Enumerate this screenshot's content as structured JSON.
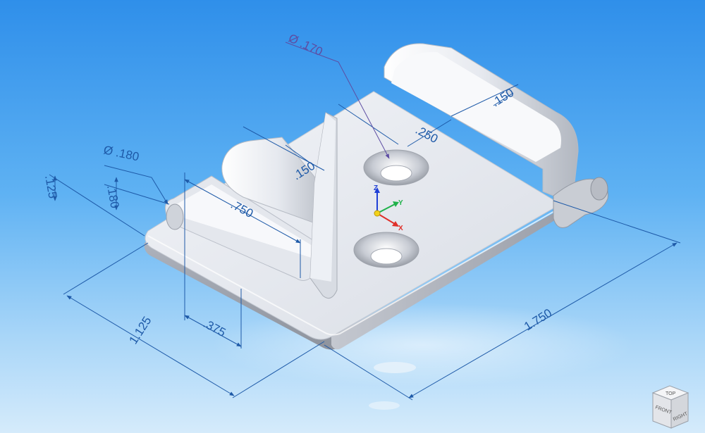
{
  "viewport": {
    "background_top": "#2f8fea",
    "background_bottom": "#d5ebfb",
    "dimension_color": "#1e5aa8",
    "callout_color": "#5d4da3"
  },
  "dimensions": {
    "hole_dia_top": "Ø .170",
    "slot_dia": "Ø .180",
    "edge_125": ".125",
    "height_180": ".180",
    "length_750": ".750",
    "width_375": ".375",
    "overall_1125": "1.125",
    "overall_1750": "1.750",
    "offset_250": ".250",
    "tab_150_left": ".150",
    "tab_150_right": ".150"
  },
  "triad": {
    "z": "Z",
    "y": "Y",
    "x": "X",
    "z_color": "#1f3fd6",
    "y_color": "#1fb24a",
    "x_color": "#e0302a",
    "origin_color": "#f3d21a"
  },
  "view_cube": {
    "top": "TOP",
    "front": "FRONT",
    "right": "RIGHT",
    "icon": "view-cube-icon"
  }
}
